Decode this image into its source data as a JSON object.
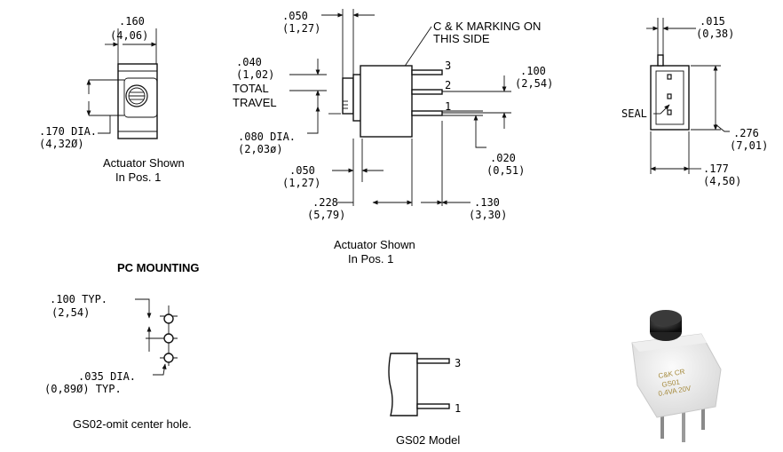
{
  "side_view": {
    "width_in": ".160",
    "width_mm": "(4,06)",
    "dia_in": ".170 DIA.",
    "dia_mm": "(4,32Ø)",
    "caption_line1": "Actuator Shown",
    "caption_line2": "In Pos. 1"
  },
  "front_view": {
    "top_in": ".050",
    "top_mm": "(1,27)",
    "marking_line1": "C & K MARKING ON",
    "marking_line2": "THIS SIDE",
    "travel_in": ".040",
    "travel_mm": "(1,02)",
    "travel_label1": "TOTAL",
    "travel_label2": "TRAVEL",
    "pin_dia_in": ".080 DIA.",
    "pin_dia_mm": "(2,03ø)",
    "pin3": "3",
    "pin2": "2",
    "pin1": "1",
    "pitch_in": ".100",
    "pitch_mm": "(2,54)",
    "pin_w_in": ".020",
    "pin_w_mm": "(0,51)",
    "bot_in": ".050",
    "bot_mm": "(1,27)",
    "body_in": ".228",
    "body_mm": "(5,79)",
    "lead_in": ".130",
    "lead_mm": "(3,30)",
    "caption_line1": "Actuator Shown",
    "caption_line2": "In Pos. 1"
  },
  "end_view": {
    "top_in": ".015",
    "top_mm": "(0,38)",
    "seal_label": "SEAL",
    "height_in": ".276",
    "height_mm": "(7,01)",
    "width_in": ".177",
    "width_mm": "(4,50)"
  },
  "pc_mounting": {
    "title": "PC MOUNTING",
    "pitch_in": ".100 TYP.",
    "pitch_mm": "(2,54)",
    "hole_in": ".035 DIA.",
    "hole_mm": "(0,89Ø) TYP.",
    "caption": "GS02-omit center hole."
  },
  "gs02": {
    "pin3": "3",
    "pin1": "1",
    "caption": "GS02 Model"
  },
  "photo": {
    "marking_line1": "C&K  CR",
    "marking_line2": "GS01",
    "marking_line3": "0.4VA 20V"
  }
}
